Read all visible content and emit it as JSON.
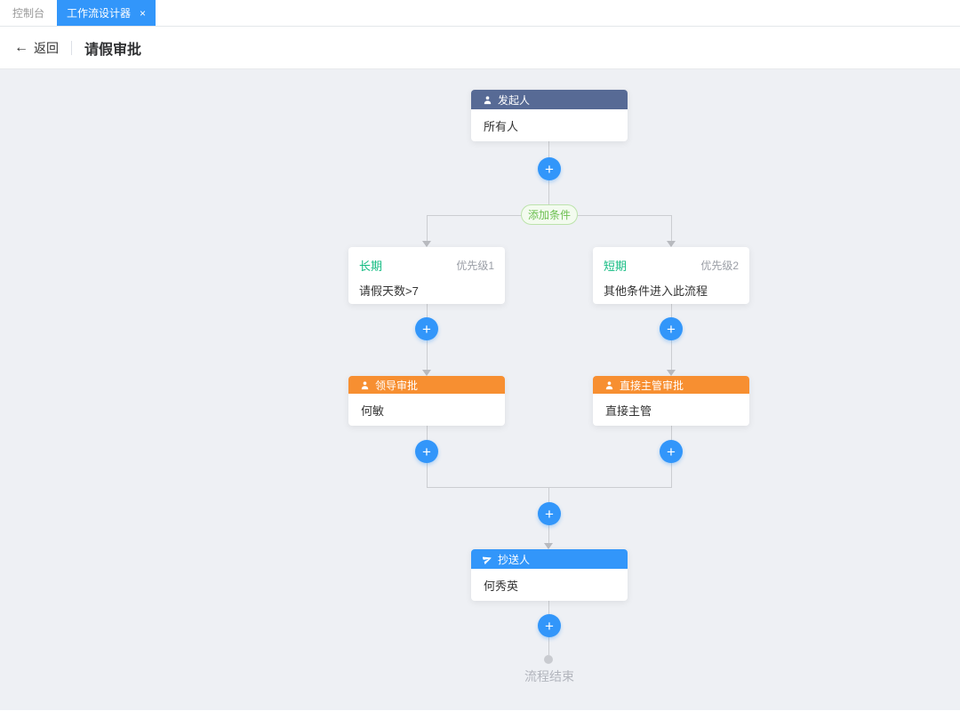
{
  "tab_bar": {
    "console_tab": "控制台",
    "active_tab": "工作流设计器",
    "close_icon": "×"
  },
  "header": {
    "back_icon": "←",
    "back_label": "返回",
    "title": "请假审批"
  },
  "flow": {
    "plus_icon": "+",
    "start_node": {
      "title": "发起人",
      "content": "所有人"
    },
    "add_condition_button": "添加条件",
    "condition_nodes": [
      {
        "title": "长期",
        "priority": "优先级1",
        "content": "请假天数>7"
      },
      {
        "title": "短期",
        "priority": "优先级2",
        "content": "其他条件进入此流程"
      }
    ],
    "approval_nodes": [
      {
        "title": "领导审批",
        "content": "何敏"
      },
      {
        "title": "直接主管审批",
        "content": "直接主管"
      }
    ],
    "cc_node": {
      "title": "抄送人",
      "content": "何秀英"
    },
    "end_label": "流程结束"
  },
  "colors": {
    "accent_blue": "#3296fa",
    "start_header": "#576a95",
    "approval_header": "#f78f31",
    "cc_header": "#3296fa",
    "condition_title_green": "#15bc83",
    "add_condition_green": "#6dc052",
    "canvas_bg": "#eef0f4",
    "connector_line": "#cbcdd1"
  }
}
